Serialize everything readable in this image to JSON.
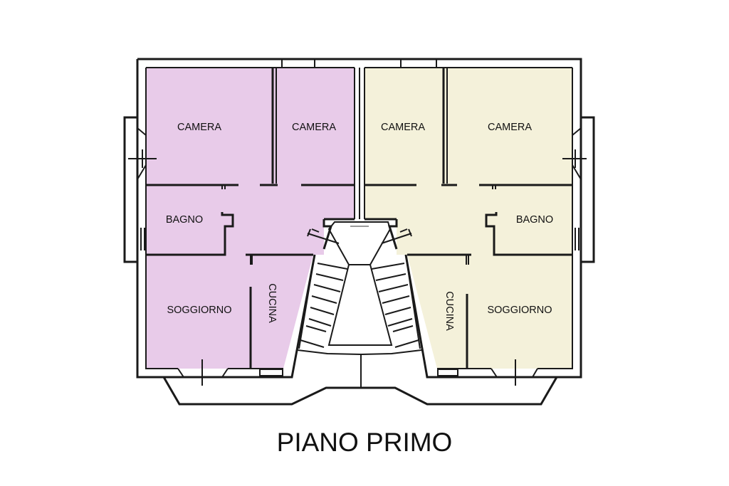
{
  "title": "PIANO PRIMO",
  "colors": {
    "left_unit_fill": "#e8cbe9",
    "right_unit_fill": "#f4f1da",
    "wall": "#1a1a1a"
  },
  "rooms": {
    "left": {
      "camera_1": "CAMERA",
      "camera_2": "CAMERA",
      "bagno": "BAGNO",
      "soggiorno": "SOGGIORNO",
      "cucina": "CUCINA"
    },
    "right": {
      "camera_1": "CAMERA",
      "camera_2": "CAMERA",
      "bagno": "BAGNO",
      "soggiorno": "SOGGIORNO",
      "cucina": "CUCINA"
    }
  }
}
